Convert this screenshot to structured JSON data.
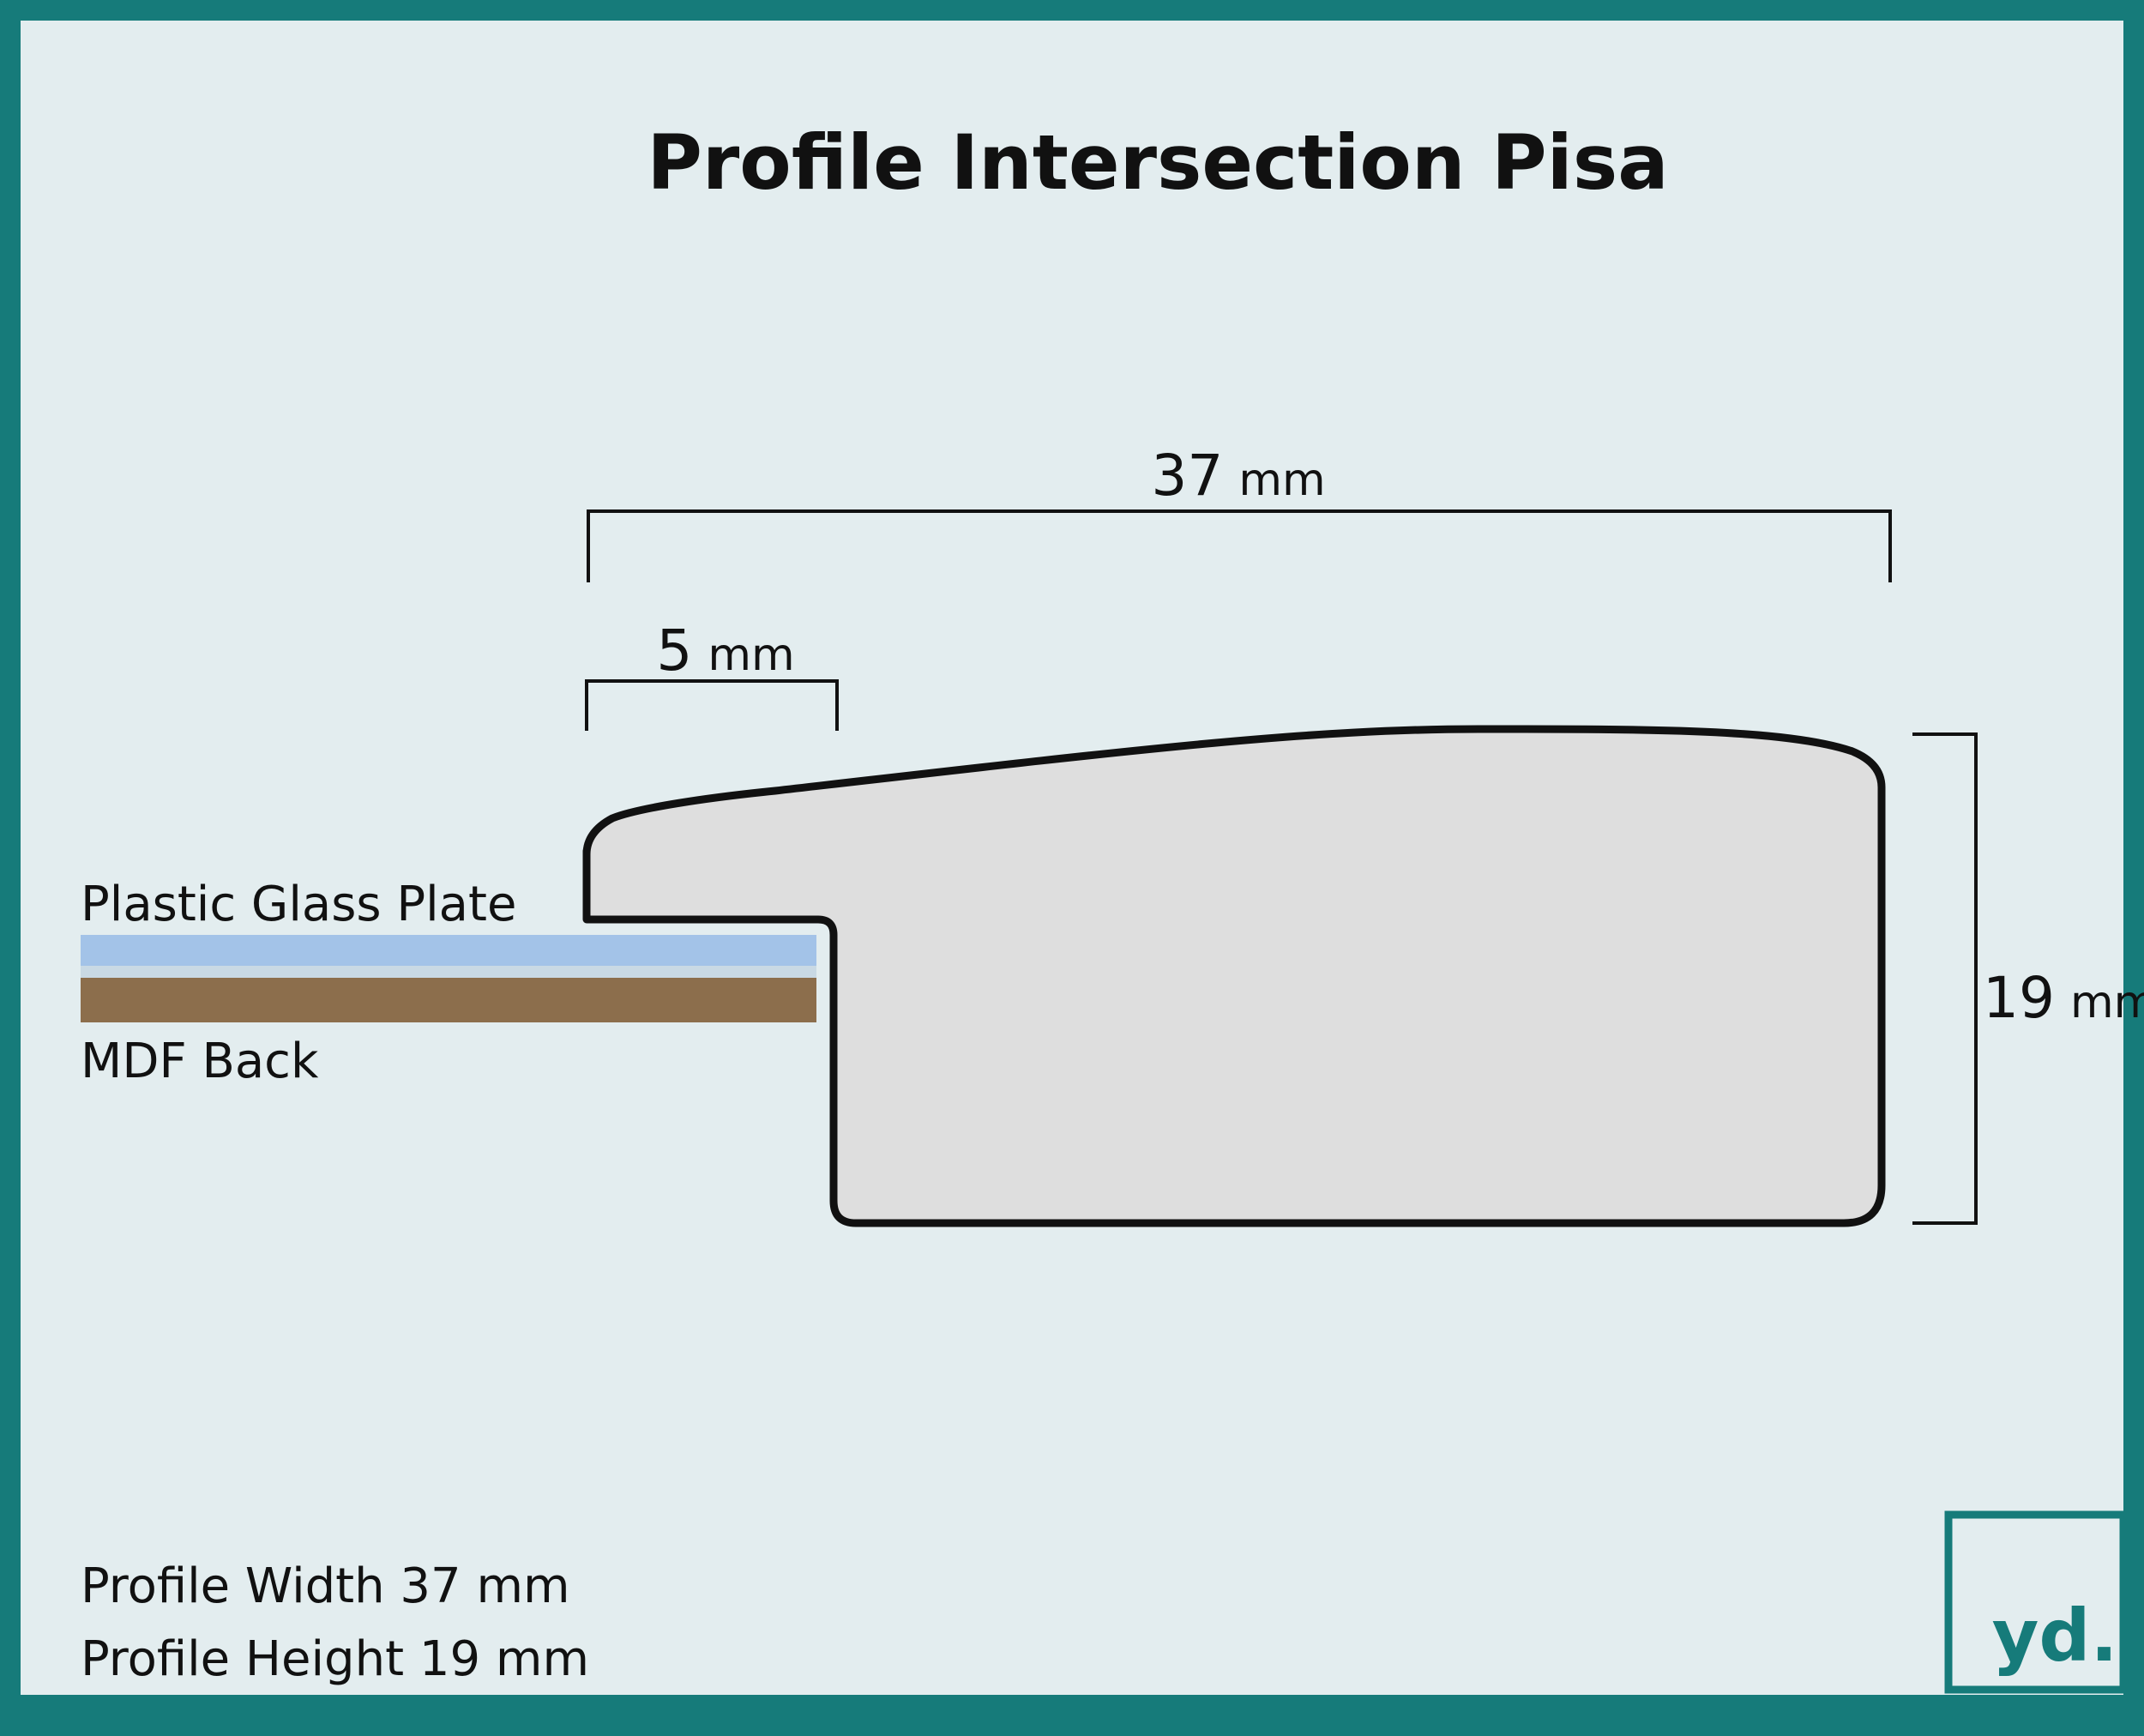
{
  "title": "Profile Intersection Pisa",
  "dimensions": {
    "width_top": {
      "value": "37",
      "unit": "mm"
    },
    "rebate": {
      "value": "5",
      "unit": "mm"
    },
    "height": {
      "value": "19",
      "unit": "mm"
    }
  },
  "layers": {
    "glass_label": "Plastic Glass Plate",
    "mdf_label": "MDF Back"
  },
  "info": {
    "width_line": "Profile Width 37 mm",
    "height_line": "Profile Height 19 mm"
  },
  "logo": {
    "text": "yd."
  },
  "colors": {
    "border": "#167b7a",
    "background": "#e3edef",
    "profile_fill": "#dedede",
    "profile_stroke": "#111111",
    "glass": "#a3c3e8",
    "mdf": "#8c6e4c"
  }
}
